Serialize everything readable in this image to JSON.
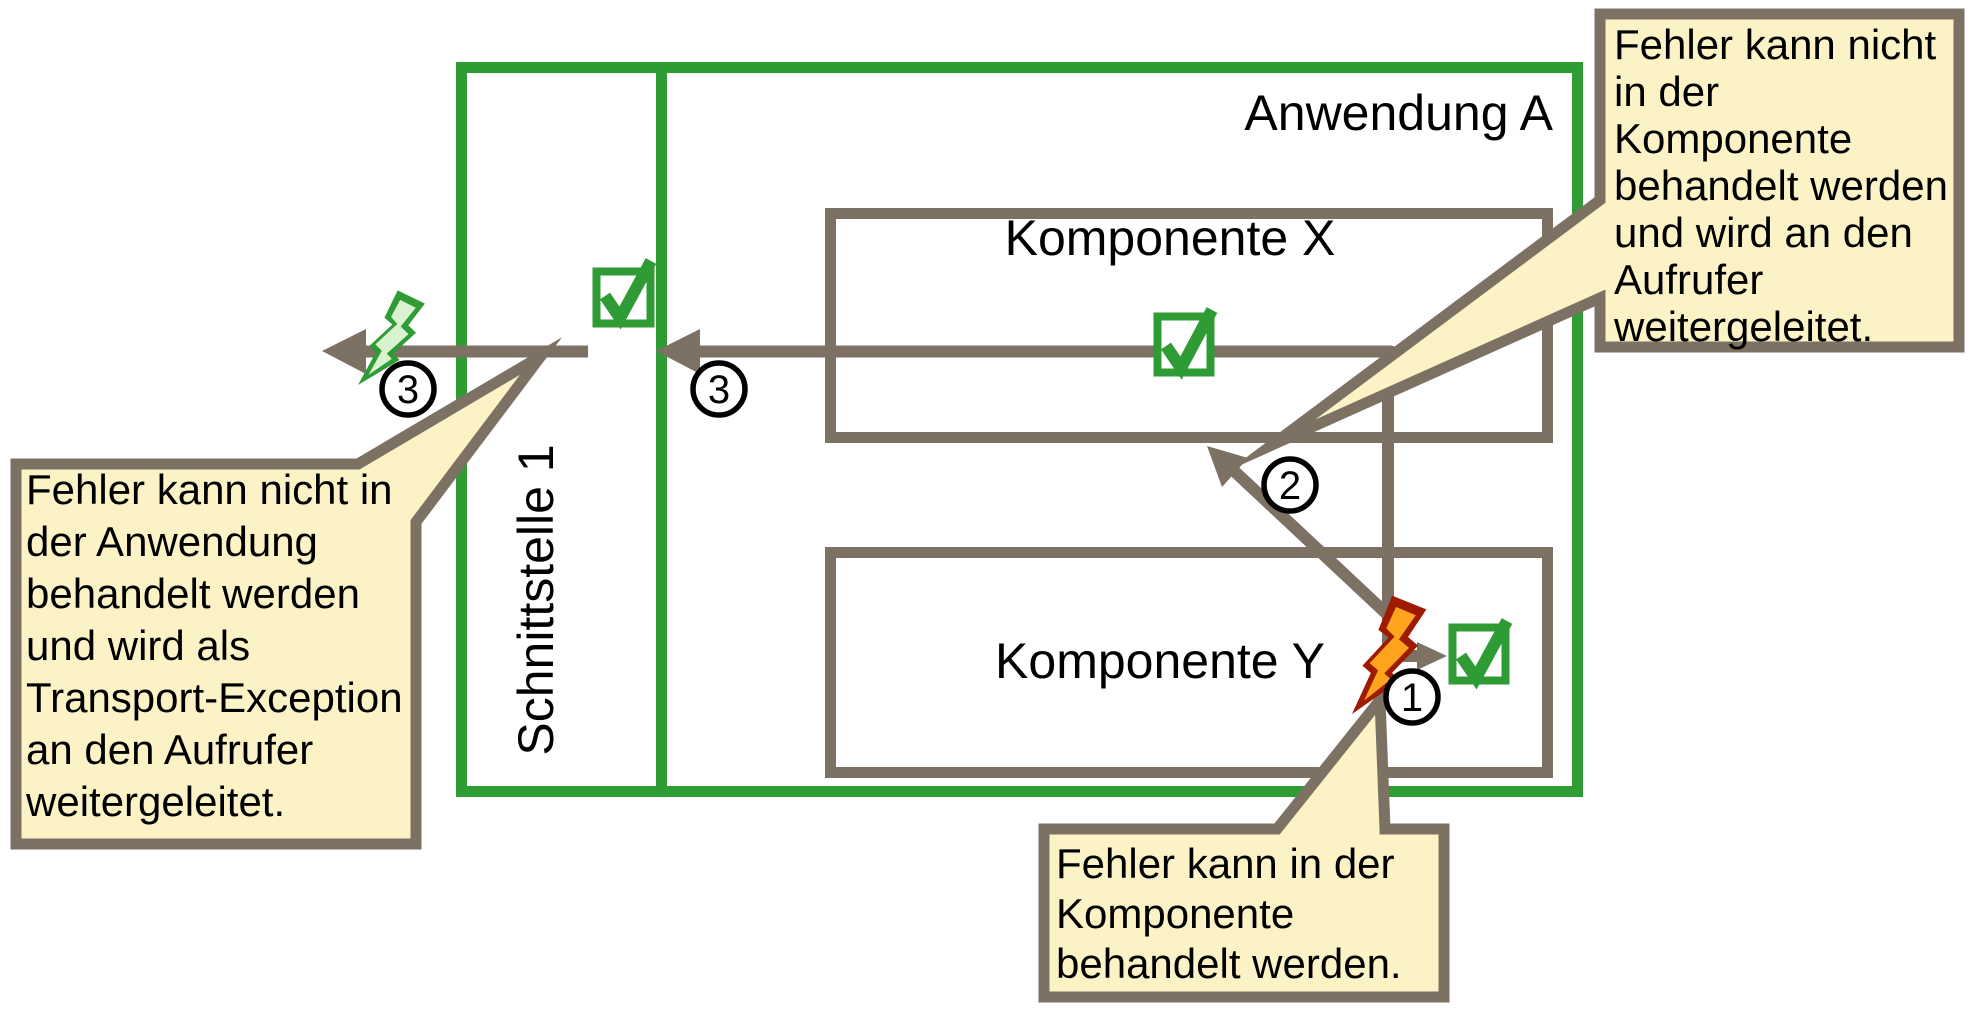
{
  "colors": {
    "application_border_green": "#2e9b34",
    "component_border_taupe": "#7d7164",
    "callout_fill_yellow": "#fbf2c5",
    "callout_border": "#7d7164",
    "error_bolt_red": "#9e1b00",
    "error_bolt_orange": "#ffa41c",
    "transport_bolt_green": "#2e9b34",
    "transport_bolt_light_green": "#d9f2cf",
    "text_black": "#000000"
  },
  "application": {
    "label": "Anwendung A"
  },
  "interface": {
    "label": "Schnittstelle 1"
  },
  "components": {
    "x": {
      "label": "Komponente X"
    },
    "y": {
      "label": "Komponente Y"
    }
  },
  "steps": {
    "step1": "1",
    "step2": "2",
    "step3": "3"
  },
  "callouts": {
    "component": {
      "lines": [
        "Fehler kann nicht",
        "in der",
        "Komponente",
        "behandelt werden",
        "und wird an den",
        "Aufrufer",
        "weitergeleitet."
      ]
    },
    "application": {
      "lines": [
        "Fehler kann nicht in",
        "der Anwendung",
        "behandelt werden",
        "und wird als",
        "Transport-Exception",
        "an den Aufrufer",
        "weitergeleitet."
      ]
    },
    "handled": {
      "lines": [
        "Fehler kann in der",
        "Komponente",
        "behandelt werden."
      ]
    }
  },
  "icons": {
    "handled_check": "checkbox-checked",
    "error_bolt": "red-lightning-bolt",
    "transport_error_bolt": "green-lightning-bolt"
  }
}
